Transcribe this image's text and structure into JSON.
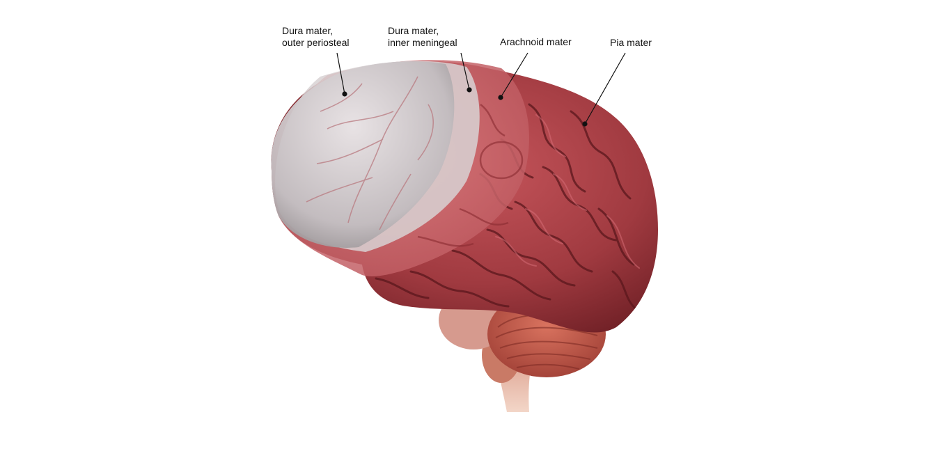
{
  "labels": {
    "dura_outer": {
      "line1": "Dura mater,",
      "line2": "outer periosteal"
    },
    "dura_inner": {
      "line1": "Dura mater,",
      "line2": "inner meningeal"
    },
    "arachnoid": "Arachnoid mater",
    "pia": "Pia mater"
  },
  "colors": {
    "background": "#ffffff",
    "pia_tissue": "#a3383f",
    "arachnoid_layer": "#c25a5e",
    "dura_layer": "#c9c4c6",
    "cerebellum": "#c4584e",
    "brainstem": "#d99a86",
    "leader_line": "#111111"
  }
}
